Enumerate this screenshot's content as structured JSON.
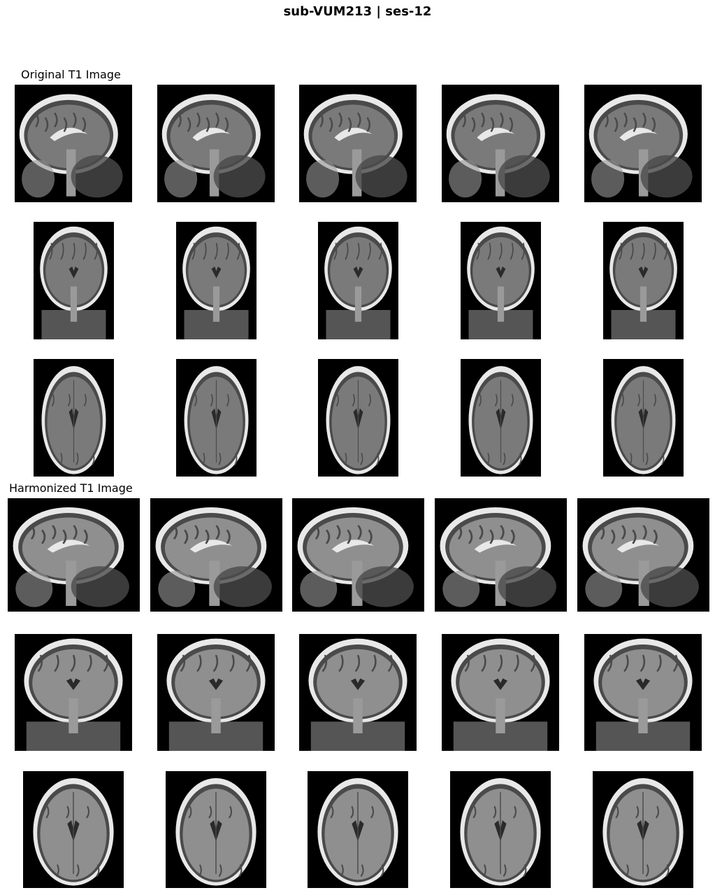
{
  "figure": {
    "title": "sub-VUM213 | ses-12",
    "sections": [
      {
        "label": "Original T1 Image",
        "rows": [
          {
            "view": "sagittal",
            "slices": 5
          },
          {
            "view": "coronal",
            "slices": 5
          },
          {
            "view": "axial",
            "slices": 5
          }
        ]
      },
      {
        "label": "Harmonized T1 Image",
        "rows": [
          {
            "view": "sagittal",
            "slices": 5
          },
          {
            "view": "coronal",
            "slices": 5
          },
          {
            "view": "axial",
            "slices": 5
          }
        ]
      }
    ]
  },
  "colors": {
    "background": "#ffffff",
    "slice_background": "#000000",
    "tissue_bright": "#e8e8e8",
    "tissue_mid": "#9a9a9a",
    "tissue_dark": "#4a4a4a"
  }
}
